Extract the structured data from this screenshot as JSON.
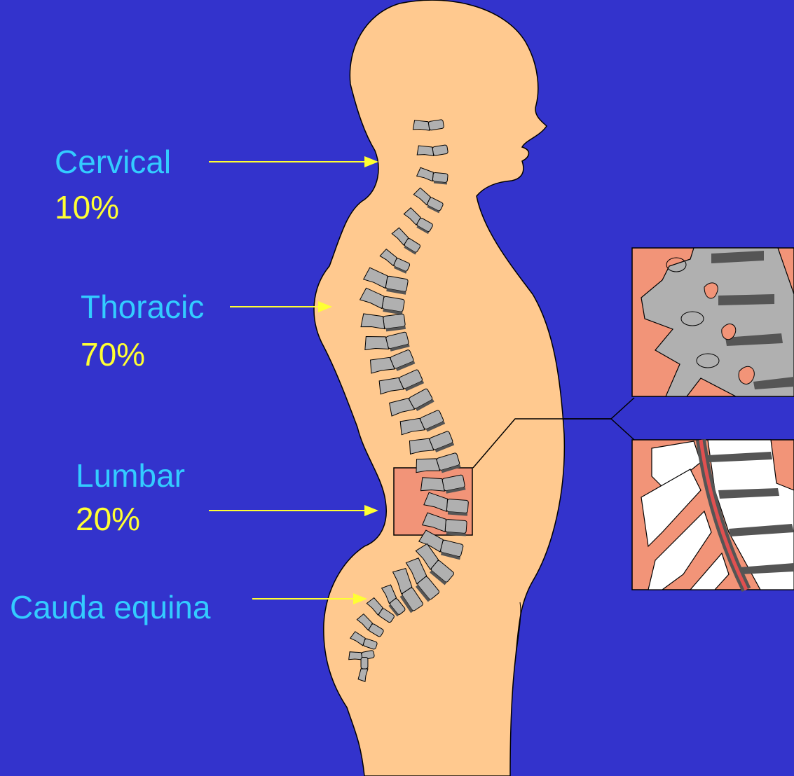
{
  "colors": {
    "background": "#3333cc",
    "label_name": "#33ccff",
    "label_percent": "#ffff33",
    "arrow": "#ffff33",
    "body": "#ffc98f",
    "vertebra": "#b0b0b0",
    "disc": "#555555",
    "highlight_region": "#f29478"
  },
  "regions": [
    {
      "name": "Cervical",
      "percent": "10%"
    },
    {
      "name": "Thoracic",
      "percent": "70%"
    },
    {
      "name": "Lumbar",
      "percent": "20%"
    },
    {
      "name": "Cauda equina"
    }
  ]
}
